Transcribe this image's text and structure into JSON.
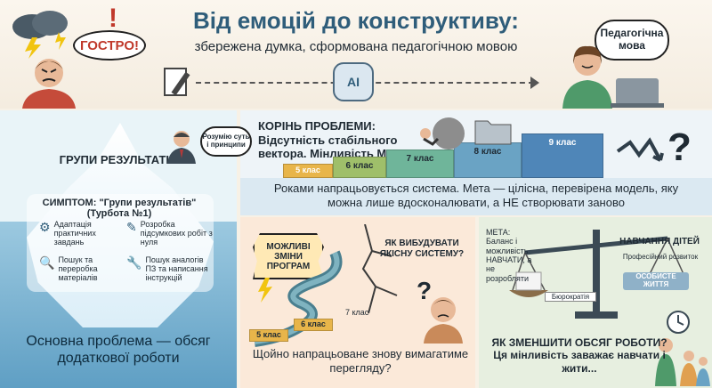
{
  "header": {
    "title": "Від емоцій до конструктиву:",
    "subtitle": "збережена думка, сформована педагогічною мовою",
    "sharp_bubble": "ГОСТРО!",
    "pedagogical_bubble": "Педагогічна мова",
    "ai_label": "AI"
  },
  "iceberg": {
    "groups_title": "ГРУПИ РЕЗУЛЬТАТІВ",
    "symptom": "СИМПТОМ: \"Групи результатів\" (Турбота №1)",
    "items": [
      {
        "icon": "gear-icon",
        "glyph": "⚙",
        "text": "Адаптація практичних завдань"
      },
      {
        "icon": "document-icon",
        "glyph": "✎",
        "text": "Розробка підсумкових робіт з нуля"
      },
      {
        "icon": "search-icon",
        "glyph": "🔍",
        "text": "Пошук та переробка матеріалів"
      },
      {
        "icon": "tools-icon",
        "glyph": "🔧",
        "text": "Пошук аналогів ПЗ та написання інструкцій"
      }
    ],
    "bottom_text": "Основна проблема — обсяг додаткової роботи"
  },
  "root": {
    "bubble": "Розумію суть і принципи",
    "title": "КОРІНЬ ПРОБЛЕМИ: Відсутність стабільного вектора. Мінливість МОН",
    "steps": [
      {
        "label": "5 клас",
        "color": "#e8b54a"
      },
      {
        "label": "6 клас",
        "color": "#9fbf6a"
      },
      {
        "label": "7 клас",
        "color": "#6fb59a"
      },
      {
        "label": "8 клас",
        "color": "#6aa3c4"
      },
      {
        "label": "9 клас",
        "color": "#4f86b8"
      }
    ],
    "strip_text": "Роками напрацьовується система. Мета — цілісна, перевірена модель, яку можна лише вдосконалювати, а НЕ створювати заново"
  },
  "river": {
    "changes": "МОЖЛИВІ ЗМІНИ ПРОГРАМ",
    "how_question": "ЯК ВИБУДУВАТИ ЯКІСНУ СИСТЕМУ?",
    "levels": [
      "5 клас",
      "6 клас",
      "7 клас"
    ],
    "question": "Щойно напрацьоване знову вимагатиме перегляду?"
  },
  "scale": {
    "goal": "МЕТА: Баланс і можливість НАВЧАТИ, а не розробляти",
    "bureaucracy": "Бюрократія",
    "teach": "НАВЧАННЯ ДІТЕЙ",
    "development": "Професійний розвиток",
    "personal": "ОСОБИСТЕ ЖИТТЯ",
    "question": "ЯК ЗМЕНШИТИ ОБСЯГ РОБОТИ? Ця мінливість заважає навчати і жити..."
  }
}
